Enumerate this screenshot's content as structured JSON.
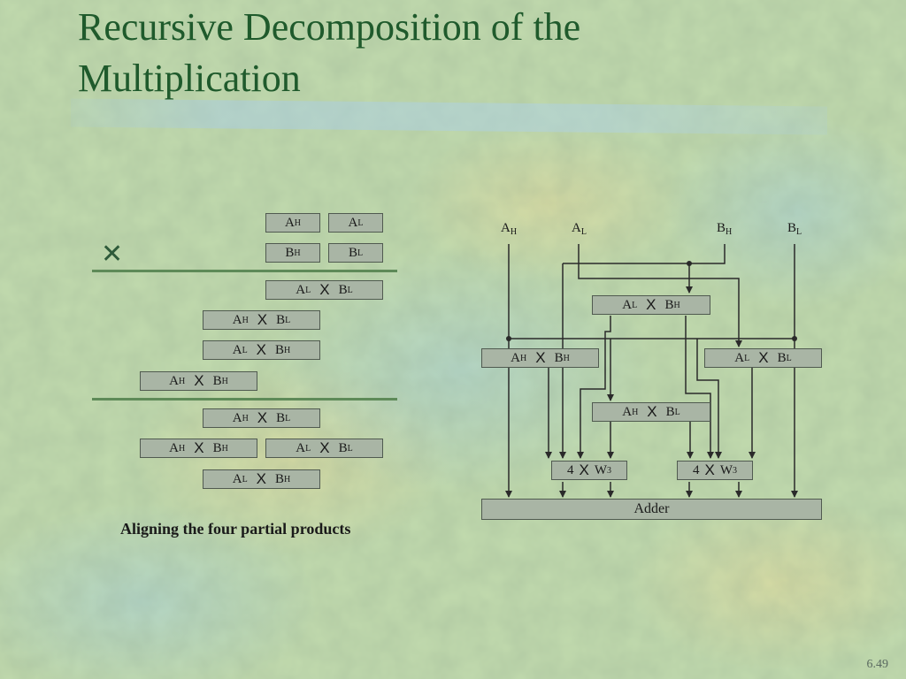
{
  "slide": {
    "title_line1": "Recursive Decomposition of the",
    "title_line2": "Multiplication",
    "page_number": "6.49"
  },
  "left_diagram": {
    "times_symbol": "✕",
    "caption": "Aligning the four partial products",
    "operands": {
      "a_high": {
        "base": "A",
        "sub": "H"
      },
      "a_low": {
        "base": "A",
        "sub": "L"
      },
      "b_high": {
        "base": "B",
        "sub": "H"
      },
      "b_low": {
        "base": "B",
        "sub": "L"
      }
    },
    "products_stage1": [
      {
        "a": "A",
        "a_sub": "L",
        "op": "X",
        "b": "B",
        "b_sub": "L"
      },
      {
        "a": "A",
        "a_sub": "H",
        "op": "X",
        "b": "B",
        "b_sub": "L"
      },
      {
        "a": "A",
        "a_sub": "L",
        "op": "X",
        "b": "B",
        "b_sub": "H"
      },
      {
        "a": "A",
        "a_sub": "H",
        "op": "X",
        "b": "B",
        "b_sub": "H"
      }
    ],
    "products_stage2": [
      {
        "a": "A",
        "a_sub": "H",
        "op": "X",
        "b": "B",
        "b_sub": "L"
      },
      {
        "a": "A",
        "a_sub": "H",
        "op": "X",
        "b": "B",
        "b_sub": "H"
      },
      {
        "a": "A",
        "a_sub": "L",
        "op": "X",
        "b": "B",
        "b_sub": "L"
      },
      {
        "a": "A",
        "a_sub": "L",
        "op": "X",
        "b": "B",
        "b_sub": "H"
      }
    ]
  },
  "right_diagram": {
    "inputs": [
      {
        "base": "A",
        "sub": "H"
      },
      {
        "base": "A",
        "sub": "L"
      },
      {
        "base": "B",
        "sub": "H"
      },
      {
        "base": "B",
        "sub": "L"
      }
    ],
    "multipliers": [
      {
        "a": "A",
        "a_sub": "L",
        "op": "X",
        "b": "B",
        "b_sub": "H"
      },
      {
        "a": "A",
        "a_sub": "H",
        "op": "X",
        "b": "B",
        "b_sub": "H"
      },
      {
        "a": "A",
        "a_sub": "L",
        "op": "X",
        "b": "B",
        "b_sub": "L"
      },
      {
        "a": "A",
        "a_sub": "H",
        "op": "X",
        "b": "B",
        "b_sub": "L"
      }
    ],
    "shifters": [
      {
        "factor": "4",
        "op": "X",
        "w": "W",
        "w_sub": "3"
      },
      {
        "factor": "4",
        "op": "X",
        "w": "W",
        "w_sub": "3"
      }
    ],
    "adder_label": "Adder"
  }
}
